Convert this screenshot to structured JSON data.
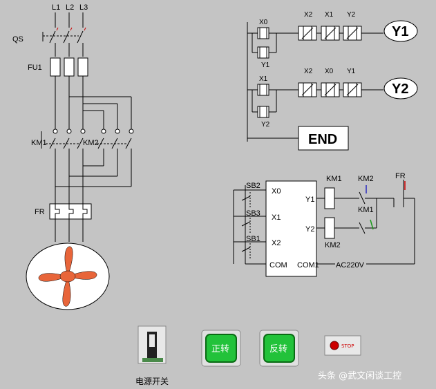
{
  "main_circuit": {
    "lines": [
      "L1",
      "L2",
      "L3"
    ],
    "qs": "QS",
    "fu1": "FU1",
    "km1": "KM1",
    "km2": "KM2",
    "fr": "FR"
  },
  "ladder": {
    "rung1": {
      "contacts": [
        "X0",
        "X2",
        "X1",
        "Y2"
      ],
      "parallel": "Y1",
      "coil": "Y1"
    },
    "rung2": {
      "contacts": [
        "X1",
        "X2",
        "X0",
        "Y1"
      ],
      "parallel": "Y2",
      "coil": "Y2"
    },
    "end": "END"
  },
  "plc_wiring": {
    "inputs": [
      "SB2",
      "SB3",
      "SB1"
    ],
    "terminals": [
      "X0",
      "X1",
      "X2",
      "COM"
    ],
    "outputs": [
      "Y1",
      "Y2",
      "COM1"
    ],
    "coils": [
      "KM1",
      "KM2"
    ],
    "interlocks": [
      "KM2",
      "KM1"
    ],
    "fr": "FR",
    "supply": "AC220V"
  },
  "panel": {
    "power_switch_label": "电源开关",
    "forward_label": "正转",
    "reverse_label": "反转",
    "stop_label": "STOP"
  },
  "watermark": {
    "text": "头条 @武文闲谈工控"
  },
  "colors": {
    "background": "#c4c4c4",
    "button_green": "#22c23a",
    "fan_orange": "#e8653a",
    "stop_red": "#cc0000"
  }
}
